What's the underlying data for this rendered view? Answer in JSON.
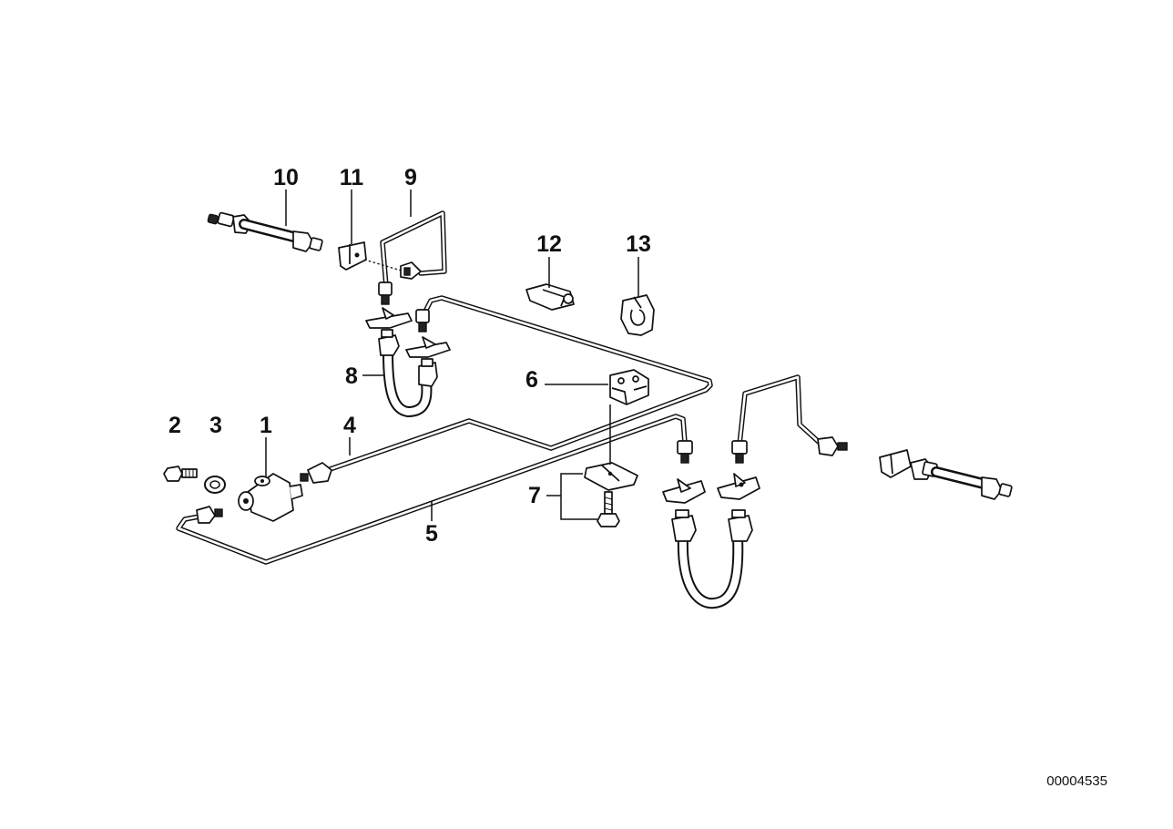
{
  "diagram": {
    "reference_number": "00004535",
    "callouts": [
      {
        "id": "c1",
        "label": "1"
      },
      {
        "id": "c2",
        "label": "2"
      },
      {
        "id": "c3",
        "label": "3"
      },
      {
        "id": "c4",
        "label": "4"
      },
      {
        "id": "c5",
        "label": "5"
      },
      {
        "id": "c6",
        "label": "6"
      },
      {
        "id": "c7",
        "label": "7"
      },
      {
        "id": "c8",
        "label": "8"
      },
      {
        "id": "c9",
        "label": "9"
      },
      {
        "id": "c10",
        "label": "10"
      },
      {
        "id": "c11",
        "label": "11"
      },
      {
        "id": "c12",
        "label": "12"
      },
      {
        "id": "c13",
        "label": "13"
      }
    ]
  }
}
